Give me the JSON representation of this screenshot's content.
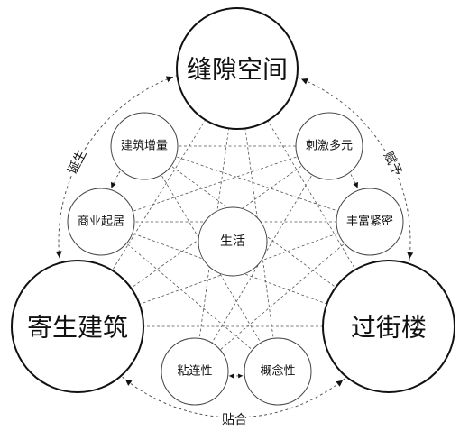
{
  "nodes": {
    "top": "缝隙空间",
    "left": "寄生建筑",
    "right": "过街楼",
    "center": "生活",
    "s1": "建筑增量",
    "s2": "刺激多元",
    "s3": "商业起居",
    "s4": "丰富紧密",
    "s5": "粘连性",
    "s6": "概念性"
  },
  "edge_labels": {
    "left": "诞生",
    "right": "赋予",
    "bottom": "贴合"
  },
  "colors": {
    "ink": "#111111",
    "minor": "#444444",
    "dash": "#555555",
    "background": "#ffffff"
  }
}
